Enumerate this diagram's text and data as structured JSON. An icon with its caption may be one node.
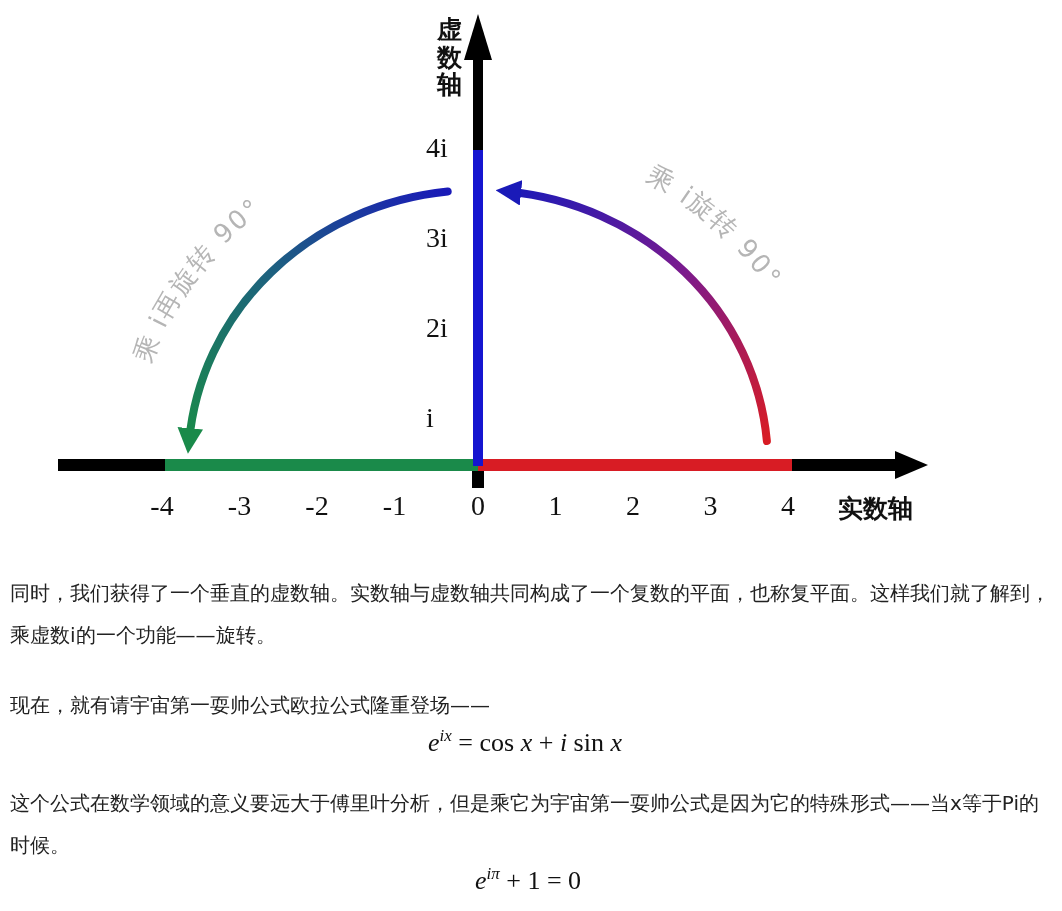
{
  "diagram": {
    "labels": [
      "虚数轴",
      "4i",
      "3i",
      "2i",
      "i",
      "乘 i再旋转 90°",
      "乘 i旋转 90°",
      "-4",
      "-3",
      "-2",
      "-1",
      "0",
      "1",
      "2",
      "3",
      "4",
      "实数轴",
      "同时，我们获得了一个垂直的虚数轴。实数轴与虚数轴共同构成了一个复数的平面，也称复平面。这样我们就了解到，乘虚数i的一个功能——旋转。",
      "现在，就有请宇宙第一耍帅公式欧拉公式隆重登场——",
      "*e*$^{ix}$ = cos *x* + *i* sin *x*",
      "这个公式在数学领域的意义要远大于傅里叶分析，但是乘它为宇宙第一耍帅公式是因为它的特殊形式——当x等于Pi的时候。",
      "*e*$^{iπ}$ + 1 = 0"
    ]
  }
}
